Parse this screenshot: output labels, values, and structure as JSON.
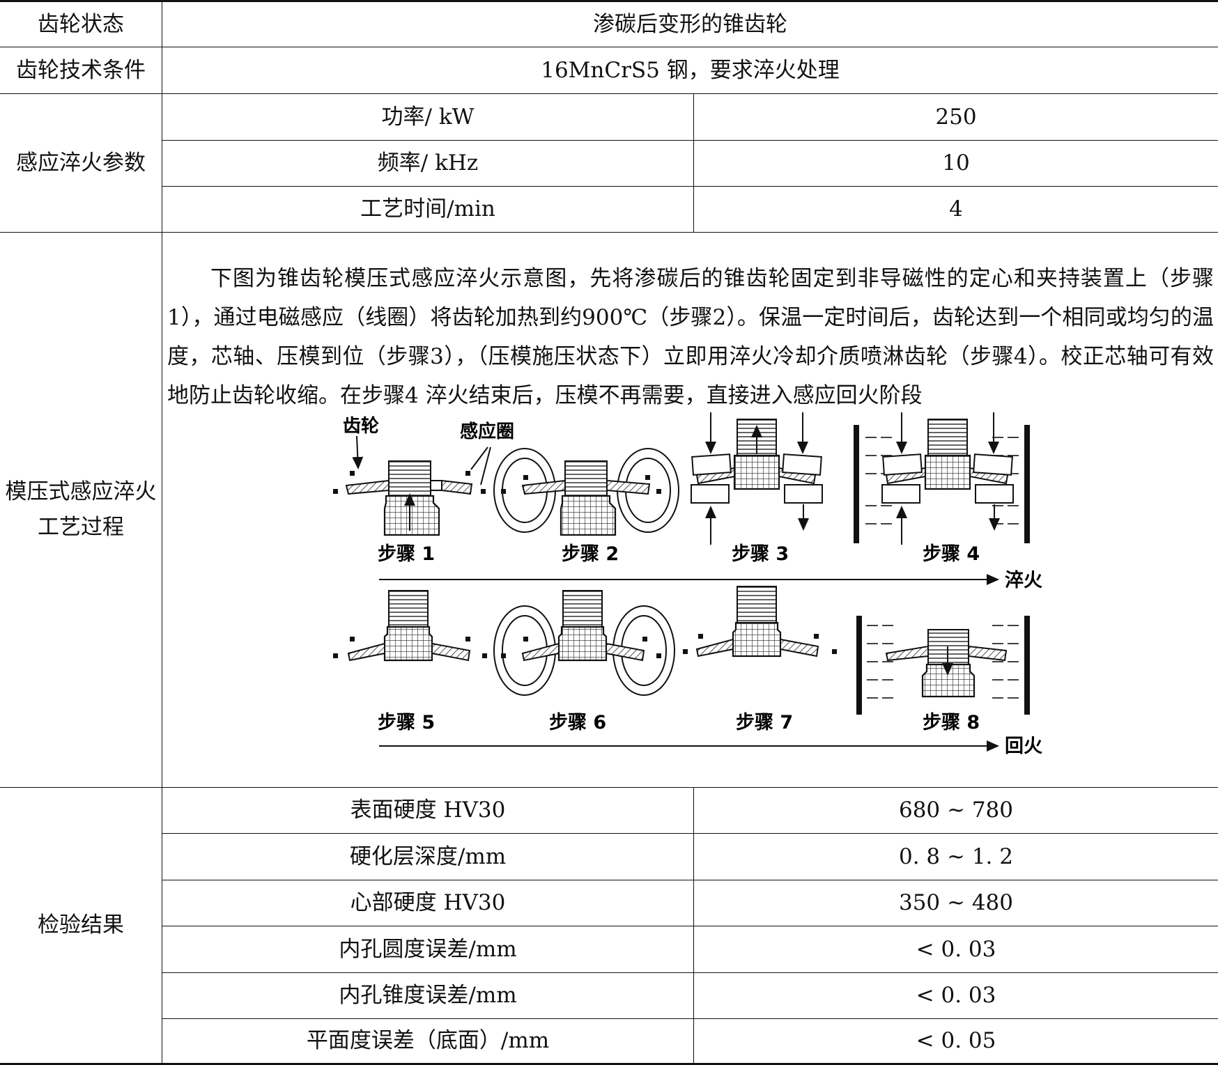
{
  "rows": {
    "gear_state": {
      "label": "齿轮状态",
      "value": "渗碳后变形的锥齿轮"
    },
    "tech_conditions": {
      "label": "齿轮技术条件",
      "value": "16MnCrS5 钢，要求淬火处理"
    },
    "induction_params": {
      "label": "感应淬火参数",
      "items": [
        {
          "name": "功率/ kW",
          "value": "250"
        },
        {
          "name": "频率/ kHz",
          "value": "10"
        },
        {
          "name": "工艺时间/min",
          "value": "4"
        }
      ]
    },
    "process": {
      "label_line1": "模压式感应淬火",
      "label_line2": "工艺过程",
      "description": "下图为锥齿轮模压式感应淬火示意图，先将渗碳后的锥齿轮固定到非导磁性的定心和夹持装置上（步骤1），通过电磁感应（线圈）将齿轮加热到约900℃（步骤2）。保温一定时间后，齿轮达到一个相同或均匀的温度，芯轴、压模到位（步骤3），（压模施压状态下）立即用淬火冷却介质喷淋齿轮（步骤4）。校正芯轴可有效地防止齿轮收缩。在步骤4 淬火结束后，压模不再需要，直接进入感应回火阶段",
      "figure": {
        "label_gear": "齿轮",
        "label_coil": "感应圈",
        "steps": [
          "步骤 1",
          "步骤 2",
          "步骤 3",
          "步骤 4",
          "步骤 5",
          "步骤 6",
          "步骤 7",
          "步骤 8"
        ],
        "arrow_quench": "淬火",
        "arrow_temper": "回火"
      }
    },
    "inspection": {
      "label": "检验结果",
      "items": [
        {
          "name": "表面硬度 HV30",
          "value": "680 ~ 780"
        },
        {
          "name": "硬化层深度/mm",
          "value": "0. 8 ~ 1. 2"
        },
        {
          "name": "心部硬度 HV30",
          "value": "350 ~ 480"
        },
        {
          "name": "内孔圆度误差/mm",
          "value": "< 0. 03"
        },
        {
          "name": "内孔锥度误差/mm",
          "value": "< 0. 03"
        },
        {
          "name": "平面度误差（底面）/mm",
          "value": "< 0. 05"
        }
      ]
    }
  }
}
